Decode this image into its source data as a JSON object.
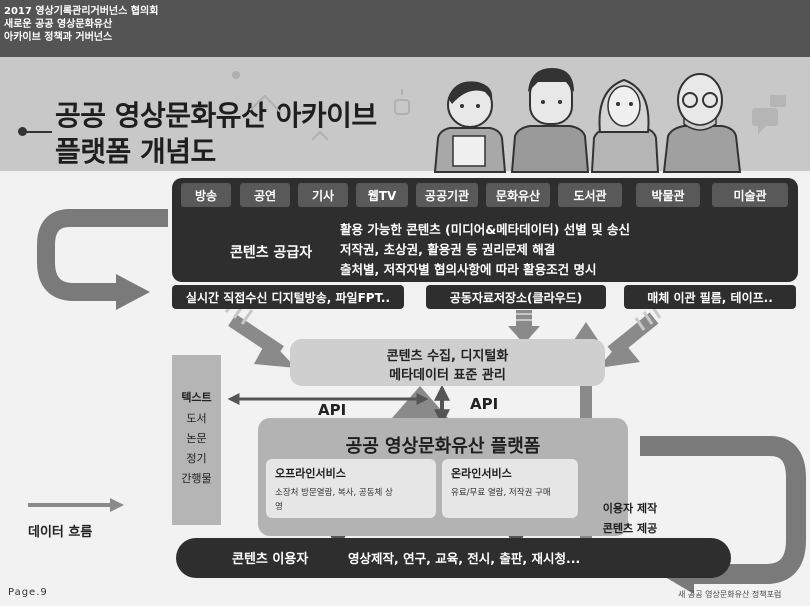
{
  "header": {
    "line1": "2017 영상기록관리거버넌스 협의회",
    "line2": "새로운 공공 영상문화유산",
    "line3": "아카이브 정책과 거버넌스"
  },
  "title": {
    "line1": "공공 영상문화유산 아카이브",
    "line2": "플랫폼 개념도"
  },
  "supplier": {
    "categories": [
      "방송",
      "공연",
      "기사",
      "웹TV",
      "공공기관",
      "문화유산",
      "도서관",
      "박물관",
      "미술관"
    ],
    "label": "콘텐츠 공급자",
    "lines": [
      "활용 가능한 콘텐츠 (미디어&메타데이터) 선별 및 송신",
      "저작권, 초상권, 활용권 등 권리문제 해결",
      "출처별, 저작자별 협의사항에 따라 활용조건 명시"
    ]
  },
  "channels": {
    "realtime": "실시간 직접수신 디지털방송, 파일FPT..",
    "cloud": "공동자료저장소(클라우드)",
    "media": "매체 이관 필름, 테이프.."
  },
  "collect": {
    "line1": "콘텐츠 수집, 디지털화",
    "line2": "메타데이터 표준 관리"
  },
  "text_sources": {
    "title": "텍스트",
    "items": [
      "도서",
      "논문",
      "정기",
      "간행물"
    ]
  },
  "api_left": "API",
  "api_right": "API",
  "platform": {
    "title": "공공 영상문화유산 플랫폼",
    "offline_title": "오프라인서비스",
    "offline_desc_1": "소장처 방문열람, 복사, 공동체 상",
    "offline_desc_2": "영",
    "online_title": "온라인서비스",
    "online_desc": "유료/무료 열람, 저작권 구매"
  },
  "user_made": {
    "line1": "이용자 제작",
    "line2": "콘텐츠 제공"
  },
  "users": {
    "label": "콘텐츠 이용자",
    "list": "영상제작, 연구, 교육, 전시, 출판, 재시청..."
  },
  "legend": {
    "data_flow": "데이터 흐름"
  },
  "page_number": "Page.9",
  "footer_org": "새 공공 영상문화유산 정책포럼",
  "colors": {
    "dark_panel": "#2e2e2e",
    "header_bar": "#545454",
    "arrow_gray": "#8a8a8a",
    "light_panel": "#cfcfcf"
  }
}
